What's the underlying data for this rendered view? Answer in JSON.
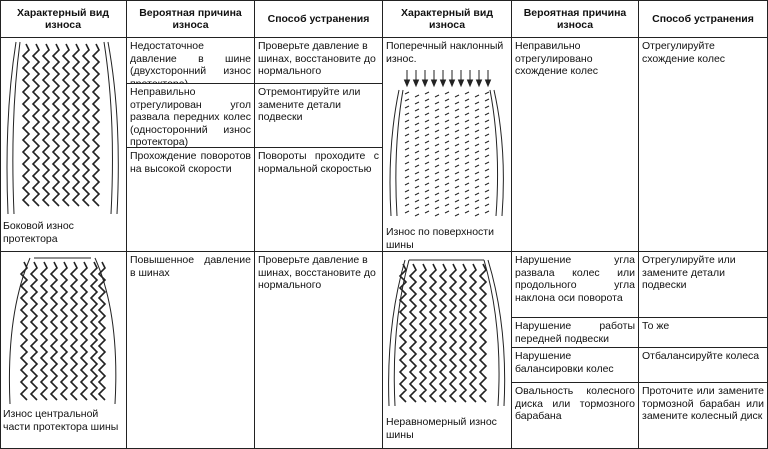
{
  "header": {
    "col_view": "Характерный вид износа",
    "col_cause": "Вероятная причина износа",
    "col_fix": "Способ устранения"
  },
  "left_top": {
    "caption": "Боковой износ протектора",
    "rows": [
      {
        "cause": "Недостаточное давление в шине (двухсторонний износ протектора)",
        "fix": "Проверьте давление в шинах, восстановите до нормального"
      },
      {
        "cause": "Неправильно отрегулирован угол развала передних колес (односторонний износ протектора)",
        "fix": "Отремонтируйте или замените детали подвески"
      },
      {
        "cause": "Прохождение поворотов на высокой скорости",
        "fix": "Повороты проходите с нормальной скоростью"
      }
    ]
  },
  "left_bottom": {
    "caption": "Износ центральной части протектора шины",
    "rows": [
      {
        "cause": "Повышенное давление в шинах",
        "fix": "Проверьте давление в шинах, восстановите до нормального"
      }
    ]
  },
  "right_top": {
    "caption_top": "Поперечный наклонный износ.",
    "caption_bottom": "Износ по поверхности шины",
    "rows": [
      {
        "cause": "Неправильно отрегулировано схождение колес",
        "fix": "Отрегулируйте схождение колес"
      }
    ]
  },
  "right_bottom": {
    "caption": "Неравномерный износ шины",
    "rows": [
      {
        "cause": "Нарушение угла развала колес или продольного угла наклона оси поворота",
        "fix": "Отрегулируйте или замените детали подвески"
      },
      {
        "cause": "Нарушение работы передней подвески",
        "fix": "То же"
      },
      {
        "cause": "Нарушение балансировки колес",
        "fix": "Отбалансируйте колеса"
      },
      {
        "cause": "Овальность колесного диска или тормозного барабана",
        "fix": "Проточите или замените тормозной барабан или замените колесный диск"
      }
    ]
  }
}
